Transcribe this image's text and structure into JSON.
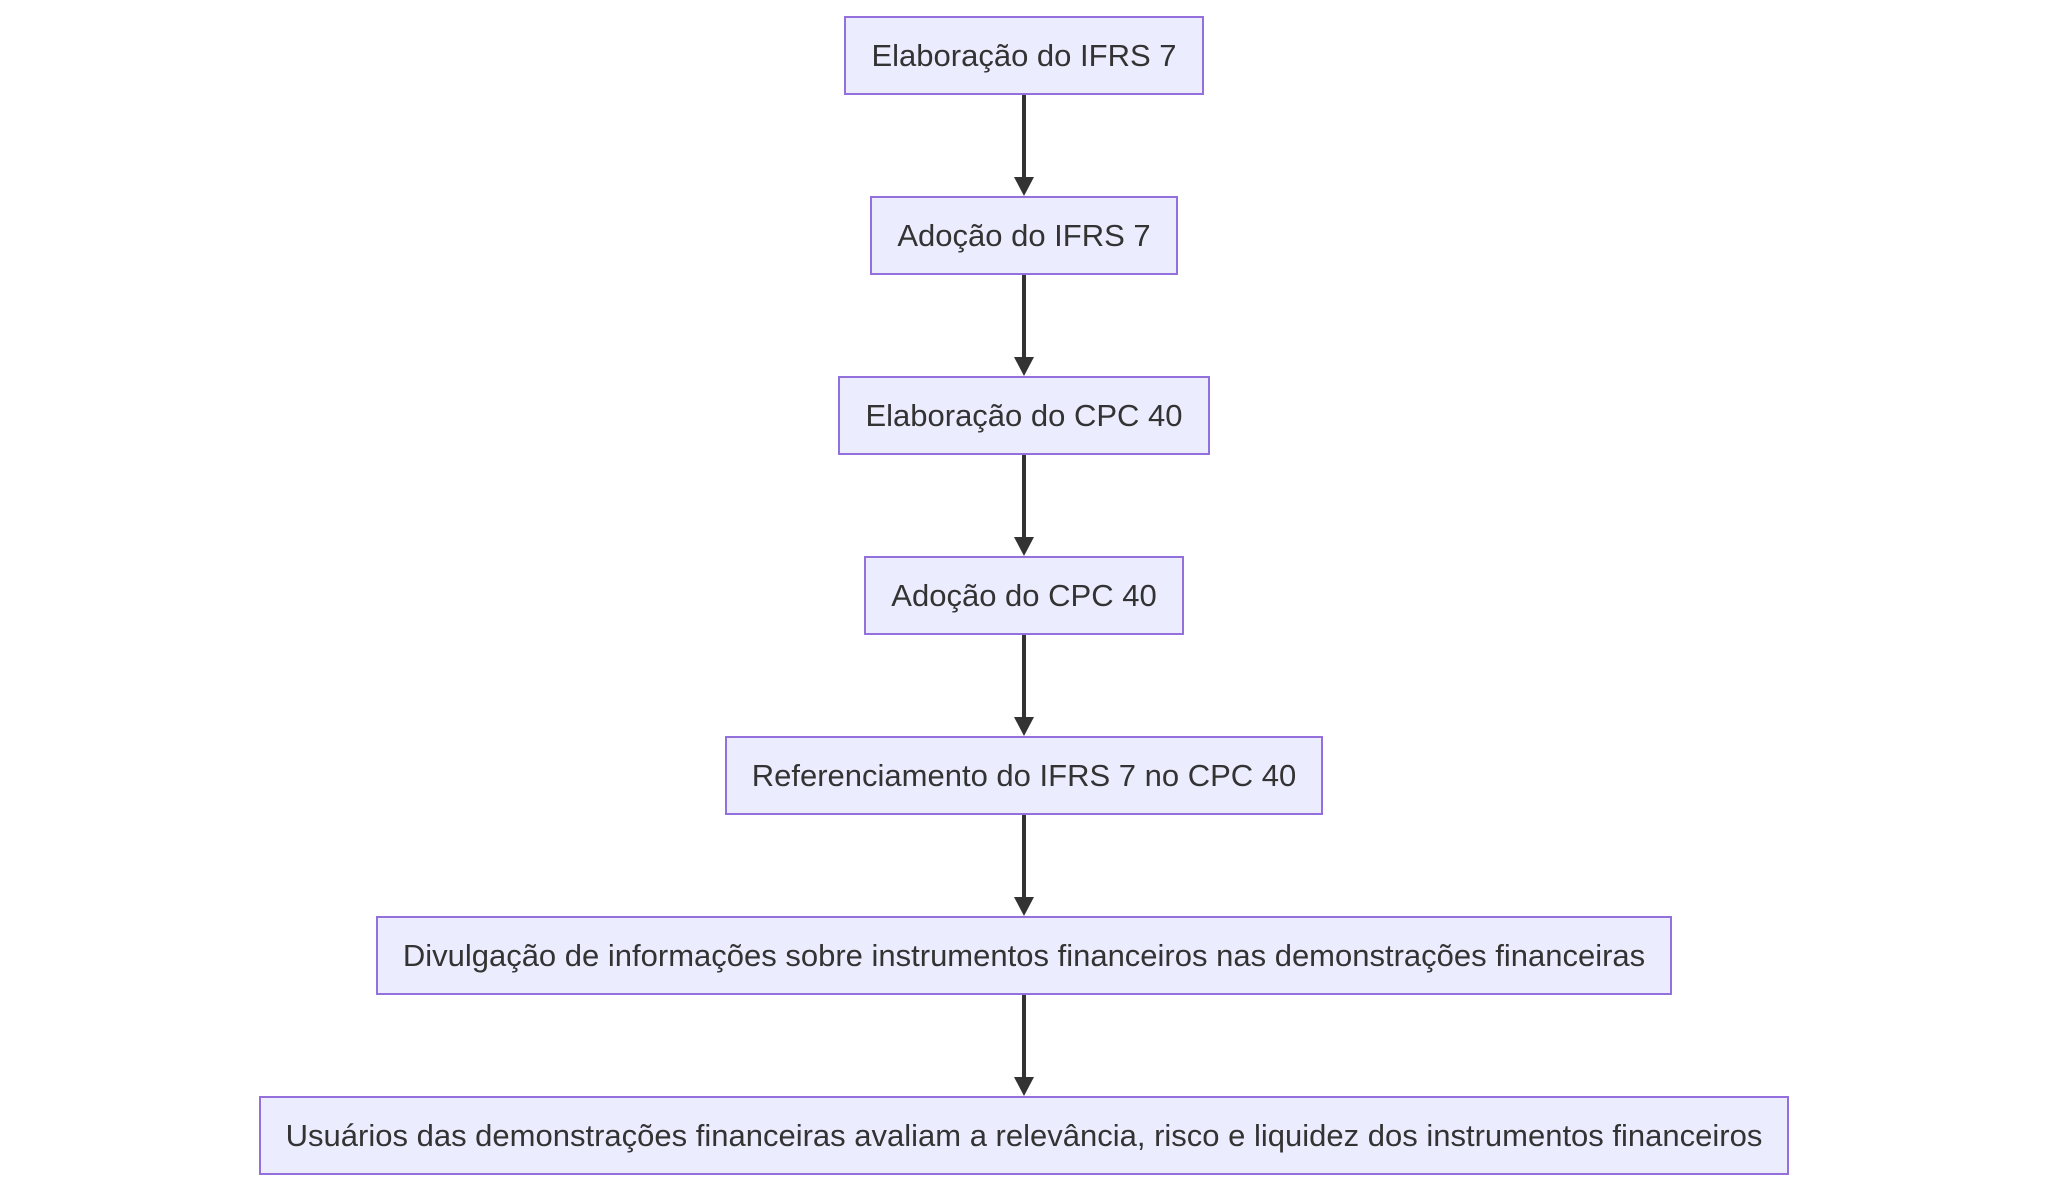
{
  "diagram": {
    "type": "flowchart",
    "direction": "top-down",
    "colors": {
      "background": "#ffffff",
      "node_fill": "#ECECFF",
      "node_border": "#9370DB",
      "node_text": "#333333",
      "arrow": "#333333"
    },
    "nodes": [
      {
        "id": "A",
        "label": "Elaboração do IFRS 7"
      },
      {
        "id": "B",
        "label": "Adoção do IFRS 7"
      },
      {
        "id": "C",
        "label": "Elaboração do CPC 40"
      },
      {
        "id": "D",
        "label": "Adoção do CPC 40"
      },
      {
        "id": "E",
        "label": "Referenciamento do IFRS 7 no CPC 40"
      },
      {
        "id": "F",
        "label": "Divulgação de informações sobre instrumentos financeiros nas demonstrações financeiras"
      },
      {
        "id": "G",
        "label": "Usuários das demonstrações financeiras avaliam a relevância, risco e liquidez dos instrumentos financeiros"
      }
    ],
    "edges": [
      {
        "from": "A",
        "to": "B"
      },
      {
        "from": "B",
        "to": "C"
      },
      {
        "from": "C",
        "to": "D"
      },
      {
        "from": "D",
        "to": "E"
      },
      {
        "from": "E",
        "to": "F"
      },
      {
        "from": "F",
        "to": "G"
      }
    ]
  }
}
